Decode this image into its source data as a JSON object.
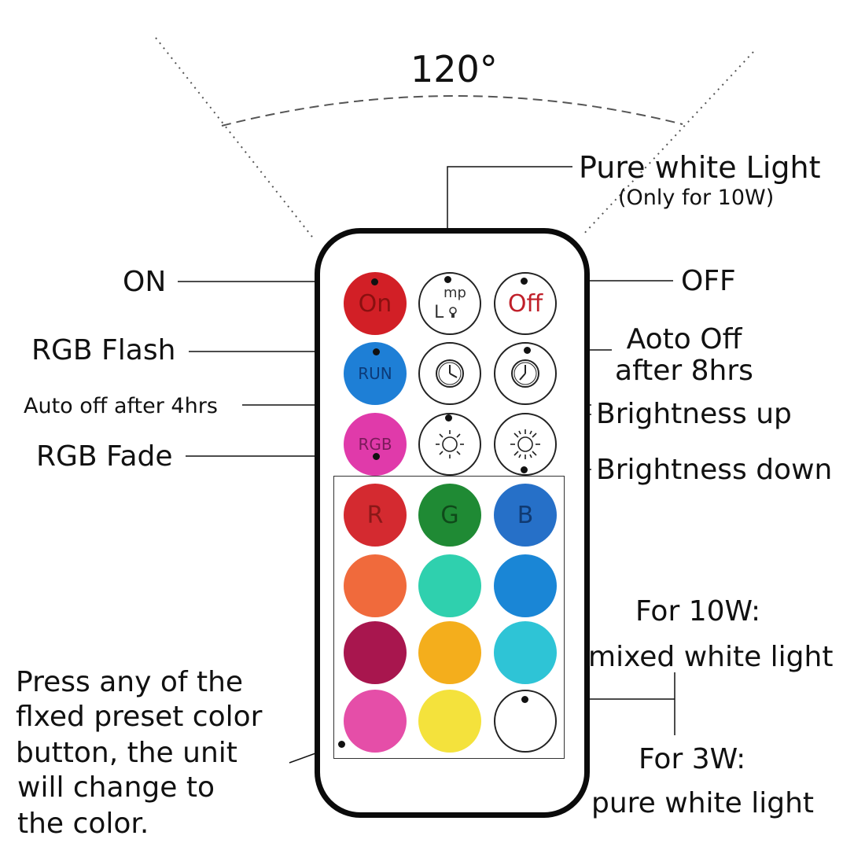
{
  "angle_label": "120°",
  "labels": {
    "pure_white_title": "Pure white Light",
    "pure_white_note": "(Only for 10W)",
    "on": "ON",
    "off": "OFF",
    "rgb_flash": "RGB Flash",
    "auto_off_8_line1": "Aoto Off",
    "auto_off_8_line2": "after 8hrs",
    "auto_off_4": "Auto off after 4hrs",
    "brightness_up": "Brightness up",
    "rgb_fade": "RGB Fade",
    "brightness_down": "Brightness down",
    "for_10w_line1": "For 10W:",
    "for_10w_line2": "mixed white light",
    "for_3w_line1": "For 3W:",
    "for_3w_line2": "pure white light",
    "preset_line1": "Press any of the",
    "preset_line2": "flxed preset color",
    "preset_line3": "button, the unit",
    "preset_line4": "will change to",
    "preset_line5": "the color."
  },
  "remote": {
    "on_button": {
      "label": "On",
      "color": "#d21f26",
      "text_color": "#8a1010"
    },
    "lamp_button": {
      "label_top": "mp",
      "label_bottom": "L"
    },
    "off_button": {
      "label": "Off",
      "text_color": "#c0202a"
    },
    "run_button": {
      "label": "RUN",
      "color": "#1e7fd6",
      "text_color": "#0c3a78"
    },
    "rgb_button": {
      "label": "RGB",
      "color": "#e03aaa",
      "text_color": "#7a1a5a"
    },
    "red_button": {
      "label": "R",
      "color": "#d42a30",
      "text_color": "#8a1818"
    },
    "green_button": {
      "label": "G",
      "color": "#1f8a34",
      "text_color": "#0f4a1a"
    },
    "blue_button": {
      "label": "B",
      "color": "#2670c8",
      "text_color": "#103a72"
    },
    "preset_colors": [
      "#f06a3c",
      "#2fd0ae",
      "#1a86d6",
      "#a8164e",
      "#f4ae1c",
      "#2ec4d6",
      "#e54ea8",
      "#f4e23c"
    ],
    "white_button": {
      "color": "#ffffff"
    }
  }
}
